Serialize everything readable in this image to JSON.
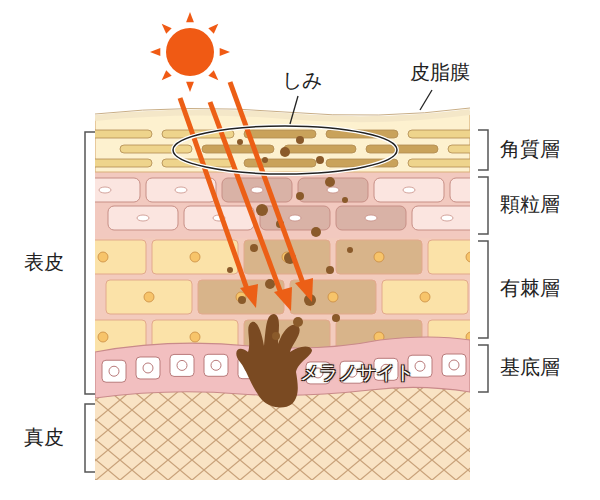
{
  "diagram": {
    "labels": [
      "しみ",
      "皮脂膜",
      "角質層",
      "顆粒層",
      "有棘層",
      "基底層",
      "メラノサイト",
      "表皮",
      "真皮"
    ]
  }
}
